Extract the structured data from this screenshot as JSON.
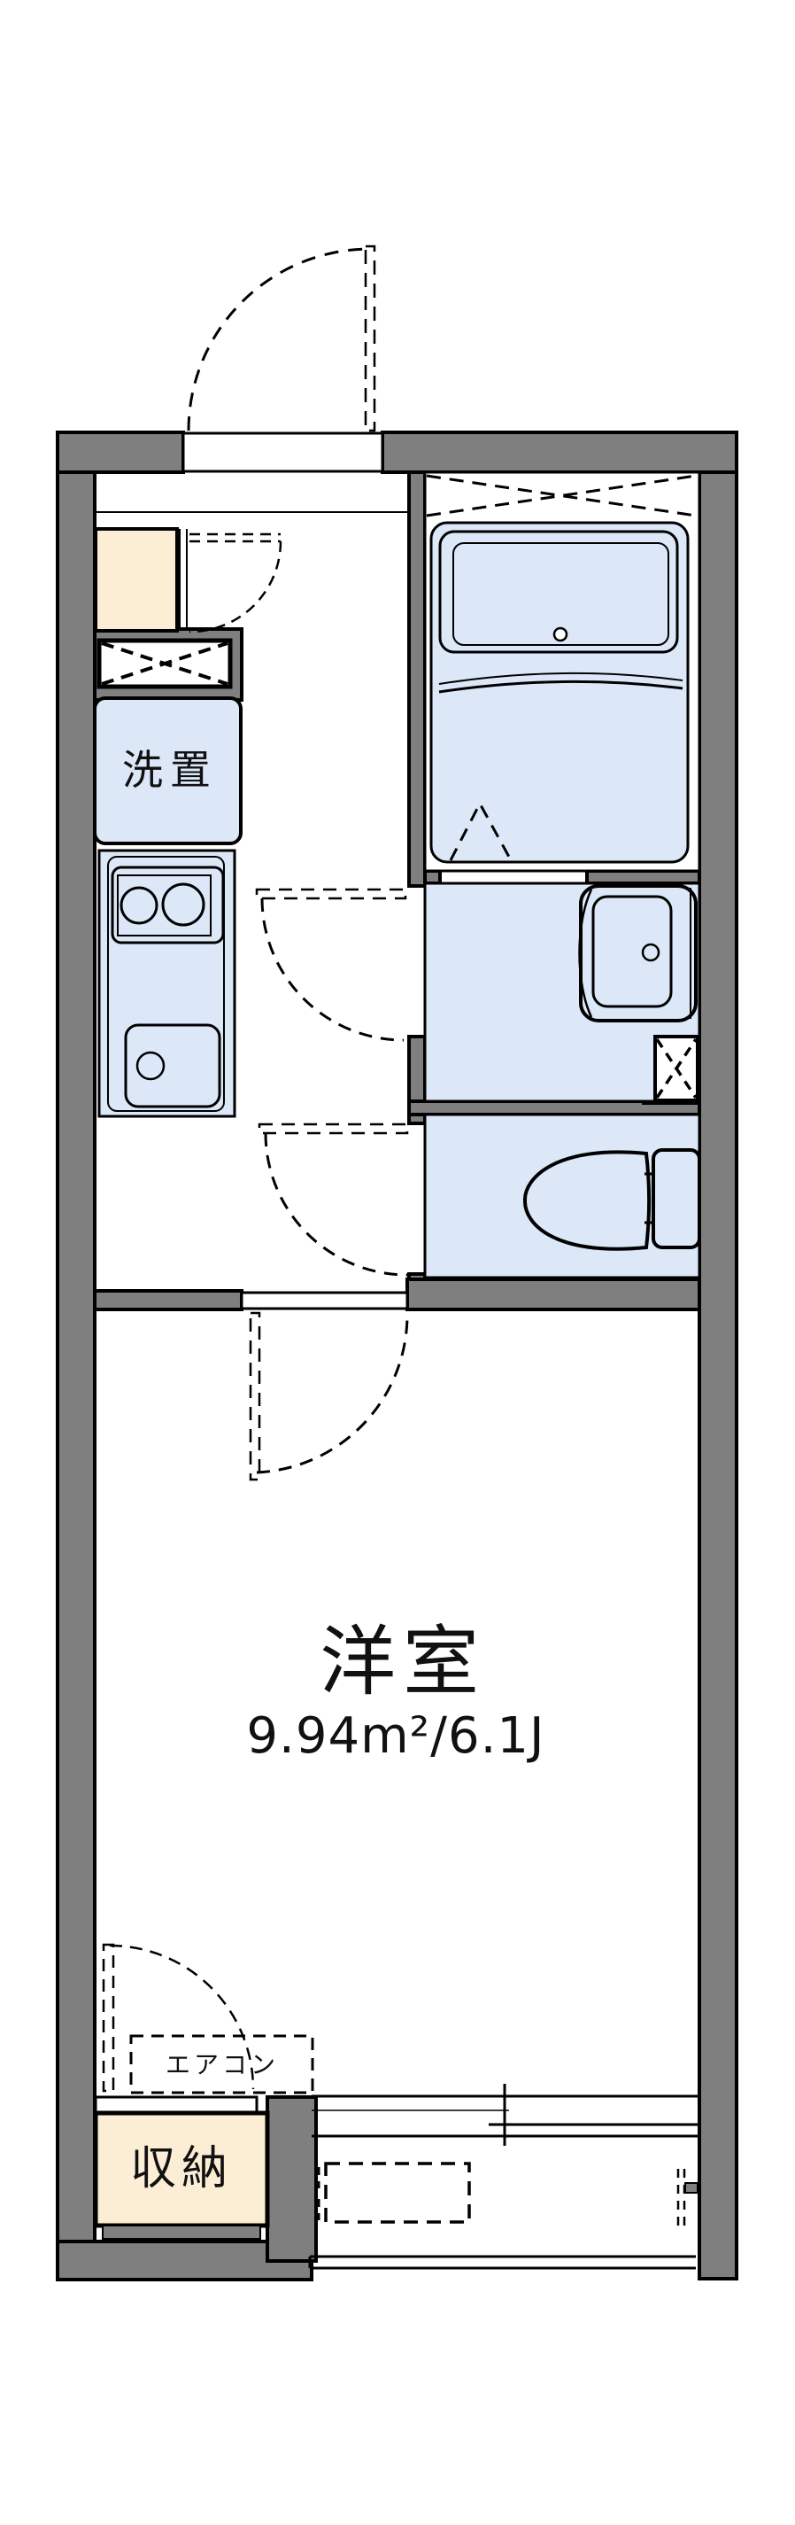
{
  "floorplan": {
    "labels": {
      "washer_area": "洗置",
      "western_room": "洋室",
      "western_room_area": "9.94m²/6.1J",
      "air_conditioner": "エアコン",
      "storage": "収納"
    },
    "colors": {
      "wall": "#7f7f7f",
      "fixture_fill": "#dce8f7",
      "storage_fill": "#fbeed4",
      "line": "#000000",
      "background": "#ffffff"
    }
  }
}
